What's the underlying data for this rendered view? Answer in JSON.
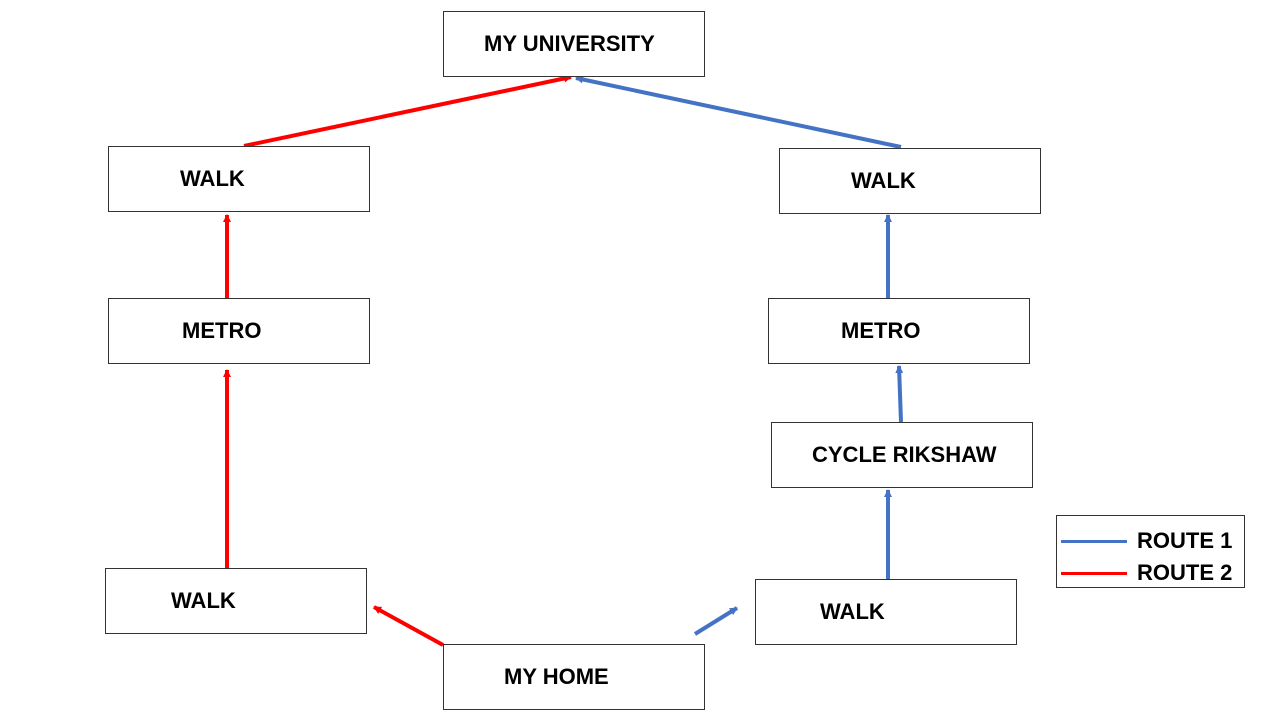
{
  "nodes": {
    "university": "MY UNIVERSITY",
    "left_walk_top": "WALK",
    "right_walk_top": "WALK",
    "left_metro": "METRO",
    "right_metro": "METRO",
    "cycle": "CYCLE RIKSHAW",
    "left_walk_bottom": "WALK",
    "right_walk_bottom": "WALK",
    "home": "MY HOME"
  },
  "legend": {
    "items": [
      {
        "label": "ROUTE 1",
        "color": "#4472C4"
      },
      {
        "label": "ROUTE 2",
        "color": "#FF0000"
      }
    ]
  },
  "colors": {
    "route_1": "#4472C4",
    "route_2": "#FF0000"
  }
}
